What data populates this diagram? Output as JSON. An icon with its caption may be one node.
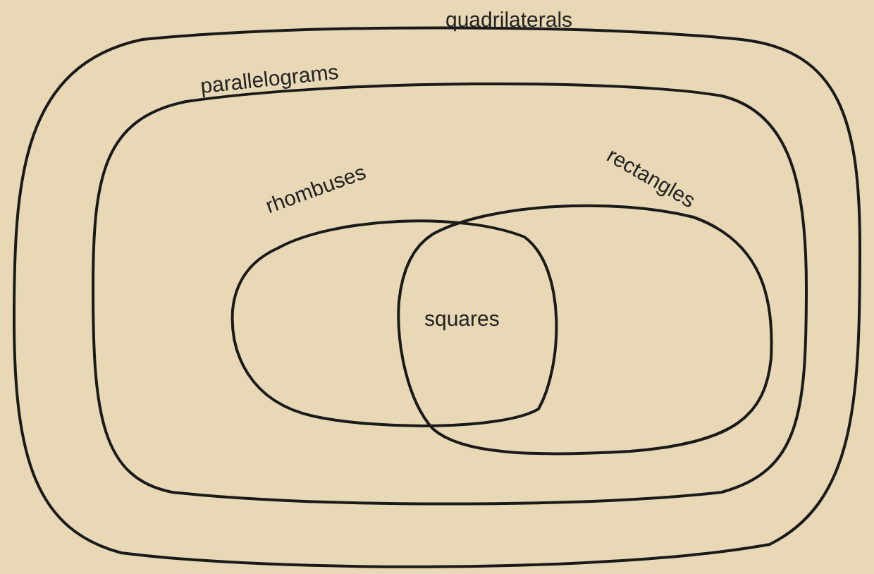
{
  "diagram": {
    "nodes": [
      {
        "text": [
          "quadrilaterals"
        ]
      },
      {
        "text": [
          "parallelograms"
        ],
        "in": 0
      },
      {
        "text": [
          "rhombuses"
        ],
        "in": 1
      },
      {
        "text": [
          "rectangles"
        ],
        "in": 1
      }
    ],
    "labels": [
      "squares"
    ]
  }
}
